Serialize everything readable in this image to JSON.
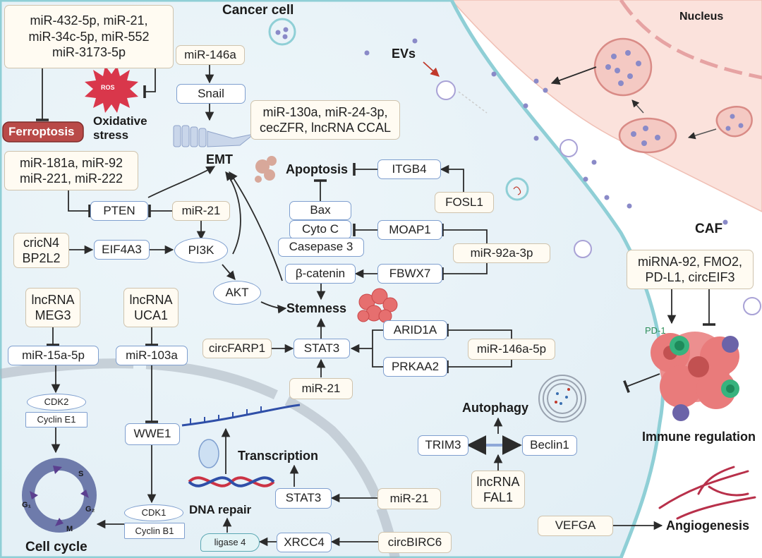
{
  "titles": {
    "cancer_cell": "Cancer cell",
    "nucleus": "Nucleus",
    "caf": "CAF",
    "evs": "EVs"
  },
  "processes": {
    "ferroptosis": "Ferroptosis",
    "ros": "ROS",
    "oxidative_stress": "Oxidative stress",
    "emt": "EMT",
    "apoptosis": "Apoptosis",
    "stemness": "Stemness",
    "autophagy": "Autophagy",
    "transcription": "Transcription",
    "dna_repair": "DNA repair",
    "cell_cycle": "Cell cycle",
    "immune_regulation": "Immune regulation",
    "angiogenesis": "Angiogenesis",
    "pd1": "PD-1"
  },
  "cell_cycle_phases": {
    "g1": "G₁",
    "s": "S",
    "g2": "G₂",
    "m": "M"
  },
  "nodes": {
    "mir_group1": "miR-432-5p, miR-21,\nmiR-34c-5p, miR-552\nmiR-3173-5p",
    "mir_146a": "miR-146a",
    "snail": "Snail",
    "mir_130a_group": "miR-130a, miR-24-3p,\ncecZFR, lncRNA CCAL",
    "mir_181a_group": "miR-181a, miR-92\nmiR-221, miR-222",
    "pten": "PTEN",
    "mir_21_a": "miR-21",
    "itgb4": "ITGB4",
    "fosl1": "FOSL1",
    "bax": "Bax",
    "cyto_c": "Cyto C",
    "casepase3": "Casepase 3",
    "moap1": "MOAP1",
    "mir_92a_3p": "miR-92a-3p",
    "cricn4": "cricN4\nBP2L2",
    "eif4a3": "EIF4A3",
    "pi3k": "PI3K",
    "akt": "AKT",
    "beta_catenin": "β-catenin",
    "fbwx7": "FBWX7",
    "lncrna_meg3": "lncRNA\nMEG3",
    "lncrna_uca1": "lncRNA\nUCA1",
    "mir_15a_5p": "miR-15a-5p",
    "mir_103a": "miR-103a",
    "circfarp1": "circFARP1",
    "stat3_a": "STAT3",
    "arid1a": "ARID1A",
    "prkaa2": "PRKAA2",
    "mir_146a_5p": "miR-146a-5p",
    "mir_21_b": "miR-21",
    "cdk2": "CDK2",
    "cyclin_e1": "Cyclin E1",
    "wwe1": "WWE1",
    "trim3": "TRIM3",
    "beclin1": "Beclin1",
    "lncrna_fal1": "lncRNA\nFAL1",
    "stat3_b": "STAT3",
    "mir_21_c": "miR-21",
    "cdk1": "CDK1",
    "cyclin_b1": "Cyclin B1",
    "ligase4": "ligase 4",
    "xrcc4": "XRCC4",
    "circbirc6": "circBIRC6",
    "caf_group": "miRNA-92,  FMO2,\nPD-L1, circEIF3",
    "vefga": "VEFGA"
  },
  "colors": {
    "cell_fill": "#e9f3f8",
    "cell_edge": "#8fcfd6",
    "caf_fill": "#fbe2dc",
    "node_border": "#7f9fcf",
    "cream_fill": "#fffbf2",
    "ferroptosis": "#b94a48",
    "ros": "#d9374b",
    "cell_cycle_ring": "#6e7bab",
    "ev_dot": "#8a8ac8"
  }
}
